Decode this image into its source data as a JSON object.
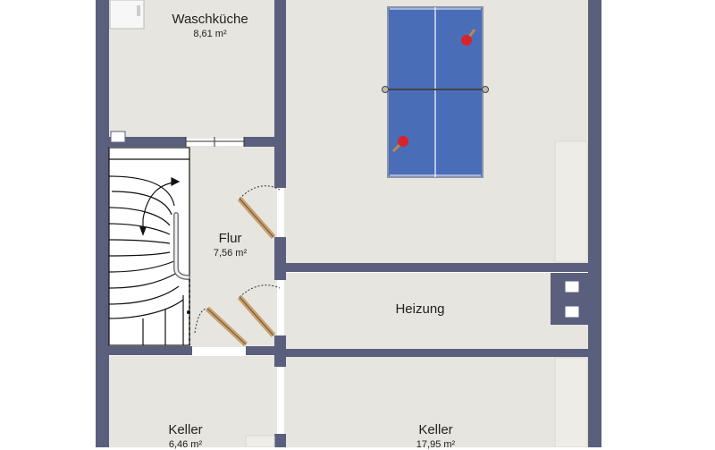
{
  "rooms": {
    "waschkueche": {
      "name": "Waschküche",
      "area": "8,61 m²"
    },
    "flur": {
      "name": "Flur",
      "area": "7,56 m²"
    },
    "heizung": {
      "name": "Heizung"
    },
    "keller_left": {
      "name": "Keller",
      "area": "6,46 m²"
    },
    "keller_right": {
      "name": "Keller",
      "area": "17,95 m²"
    }
  },
  "colors": {
    "wall": "#5a5f7d",
    "floor": "#e6e5df",
    "table": "#4a6db8",
    "door": "#c8a070"
  }
}
